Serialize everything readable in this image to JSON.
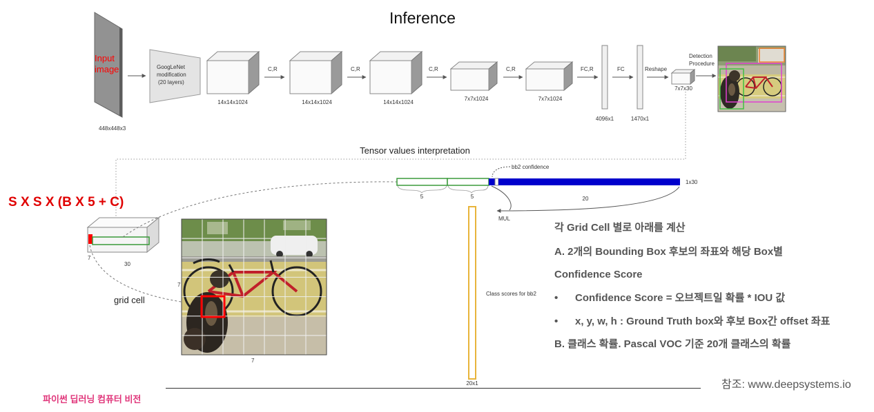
{
  "title": "Inference",
  "pipeline": {
    "input": {
      "label_line1": "Input",
      "label_line2": "image",
      "dims": "448x448x3"
    },
    "backbone": {
      "lines": [
        "GoogLeNet",
        "modification",
        "(20 layers)"
      ]
    },
    "conv_layers": [
      {
        "dims": "14x14x1024"
      },
      {
        "dims": "14x14x1024"
      },
      {
        "dims": "14x14x1024"
      },
      {
        "dims": "7x7x1024"
      },
      {
        "dims": "7x7x1024"
      }
    ],
    "ops": [
      "C,R",
      "C,R",
      "C,R",
      "C,R",
      "FC,R",
      "FC",
      "Reshape"
    ],
    "fc_layers": [
      {
        "dims": "4096x1"
      },
      {
        "dims": "1470x1"
      }
    ],
    "output": {
      "dims": "7x7x30"
    },
    "detection": {
      "lines": [
        "Detection",
        "Procedure"
      ]
    }
  },
  "interpretation": {
    "title": "Tensor values interpretation",
    "formula": "S X S X (B X 5 + C)",
    "tensor": {
      "depth_label": "7",
      "length_label": "30"
    },
    "vector": {
      "size": "1x30",
      "segments": [
        "5",
        "5",
        "20"
      ],
      "bb2_confidence": "bb2 confidence",
      "mul": "MUL"
    },
    "grid": {
      "rows": "7",
      "cols": "7",
      "cell_label": "grid cell"
    },
    "class_scores": {
      "label": "Class scores for bb2",
      "size": "20x1"
    }
  },
  "notes": {
    "heading": "각 Grid Cell 별로 아래를 계산",
    "a_line1": "A. 2개의 Bounding Box 후보의 좌표와 해당 Box별",
    "a_line2": "Confidence Score",
    "bullet_symbol": "•",
    "bullets": [
      "Confidence Score  = 오브젝트일 확률 * IOU 값",
      "x, y, w, h : Ground Truth box와 후보 Box간  offset 좌표"
    ],
    "b_line": "B. 클래스 확률. Pascal VOC 기준 20개 클래스의 확률"
  },
  "reference": "참조: www.deepsystems.io",
  "footer": "파이썬 딥러닝 컴퓨터 비전",
  "colors": {
    "formula": "#e00000",
    "input_label": "#ff0000",
    "footer": "#e0357a",
    "box_coords": "#3a9a3a",
    "confidence_and_classes": "#0000cc",
    "class_scores": "#e8b43a",
    "grid_cell_highlight": "#ff0000"
  }
}
